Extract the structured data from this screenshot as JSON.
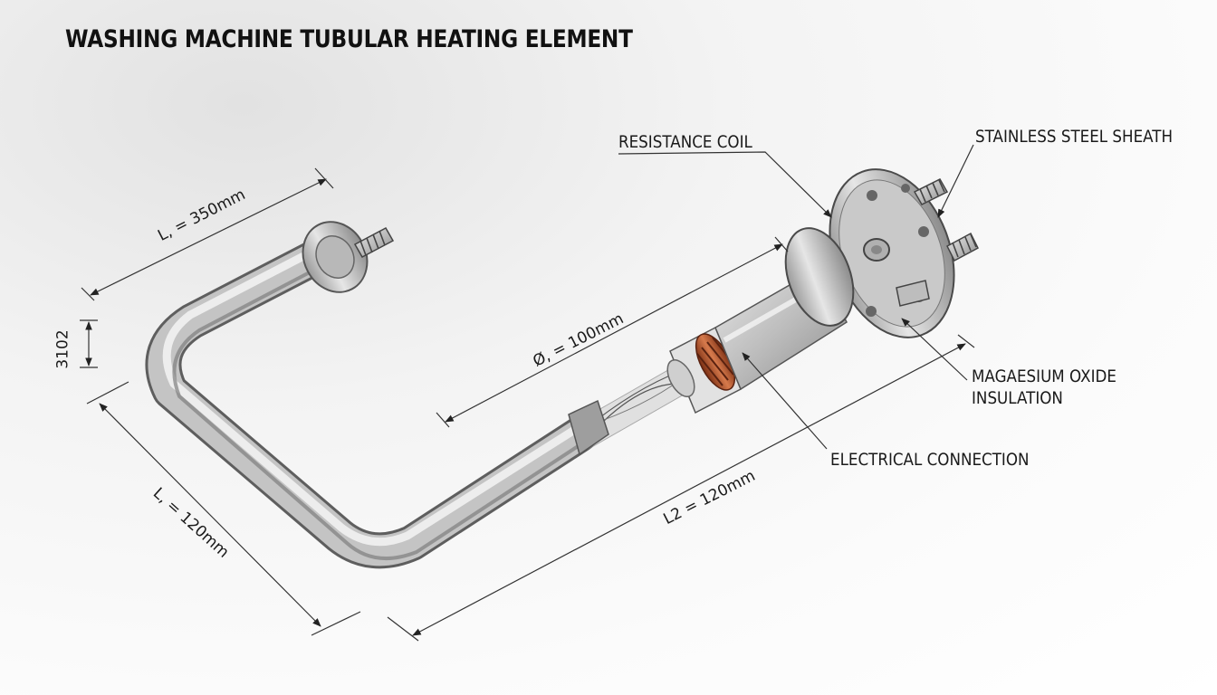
{
  "title": "WASHING MACHINE TUBULAR HEATING ELEMENT",
  "callouts": {
    "resistance_coil": "RESISTANCE COIL",
    "stainless_steel_sheath": "STAINLESS STEEL SHEATH",
    "magnesium_oxide_line1": "MAGAESIUM OXIDE",
    "magnesium_oxide_line2": "INSULATION",
    "electrical_connection": "ELECTRICAL CONNECTION"
  },
  "dimensions": {
    "top_length": "L, = 350mm",
    "side_height": "3102",
    "lower_length": "L, = 120mm",
    "diameter": "Ø, = 100mm",
    "bottom_length": "L2 = 120mm"
  },
  "colors": {
    "sheath": "#a8a8a8",
    "coil": "#b5522a",
    "lines": "#333333"
  }
}
